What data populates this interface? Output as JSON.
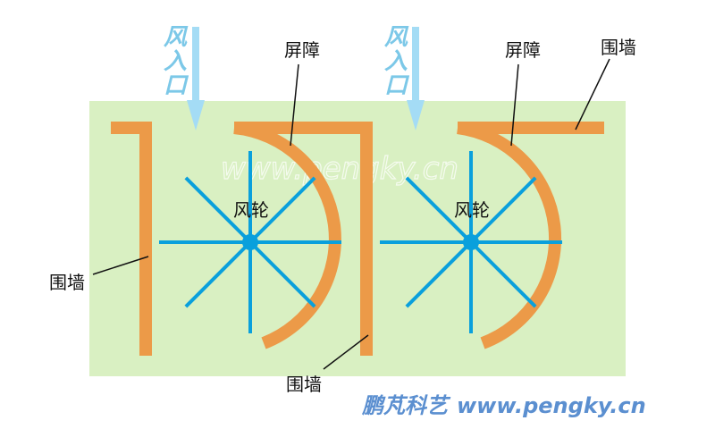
{
  "colors": {
    "background_panel": "#d9f0c2",
    "wall": "#ec9a48",
    "impeller": "#0aa0dc",
    "inlet_arrow": "#a4dcf5",
    "inlet_text": "#7cc8e8",
    "credit_text": "#5b8fd0",
    "leader_line": "#111111"
  },
  "labels": {
    "inlet_left": [
      "风",
      "入",
      "口"
    ],
    "inlet_right": [
      "风",
      "入",
      "口"
    ],
    "screen_left": "屏障",
    "screen_right": "屏障",
    "wall_left": "围墙",
    "wall_bottom": "围墙",
    "wall_top_right": "围墙",
    "wheel_left": "风轮",
    "wheel_right": "风轮"
  },
  "watermark": "www.pengky.cn",
  "credit": {
    "brand": "鹏芃科艺",
    "url": "www.pengky.cn"
  },
  "icons": {
    "inlet_arrow": "down-arrow-icon",
    "impeller": "eight-spoke-wheel-icon"
  }
}
